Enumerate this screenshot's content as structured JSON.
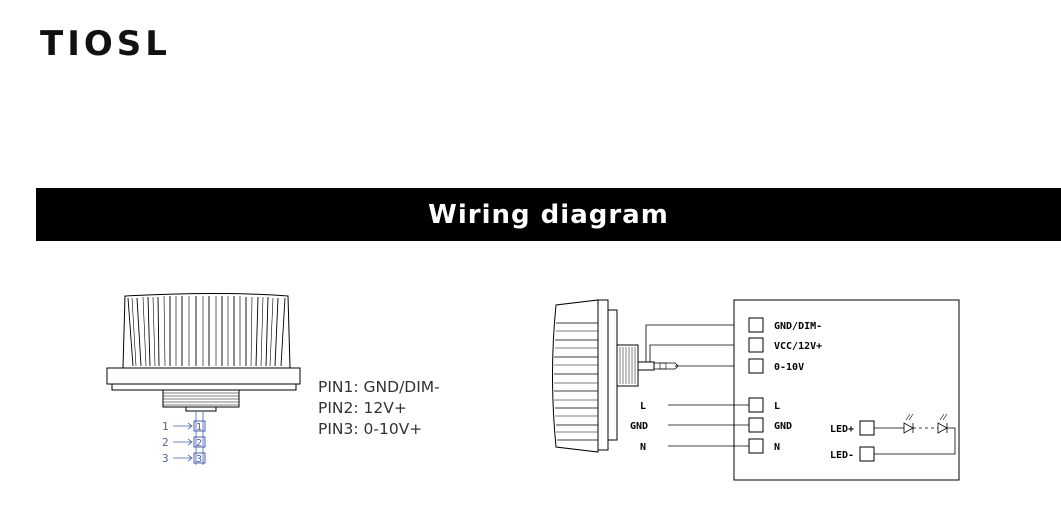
{
  "brand": {
    "name": "TIOSL"
  },
  "banner": {
    "title": "Wiring diagram"
  },
  "pin_definitions": [
    "PIN1: GND/DIM-",
    "PIN2: 12V+",
    "PIN3: 0-10V+"
  ],
  "connector_pins": [
    "1",
    "2",
    "3"
  ],
  "connector_pin_labels": [
    "1",
    "2",
    "3"
  ],
  "driver_box": {
    "terminals": [
      "GND/DIM-",
      "VCC/12V+",
      "0-10V",
      "L",
      "GND",
      "N"
    ],
    "mains_inputs": [
      "L",
      "GND",
      "N"
    ],
    "led_outputs": [
      "LED+",
      "LED-"
    ]
  },
  "colors": {
    "banner_bg": "#000000",
    "banner_text": "#ffffff",
    "pin_label_blue": "#4a5fb5"
  }
}
